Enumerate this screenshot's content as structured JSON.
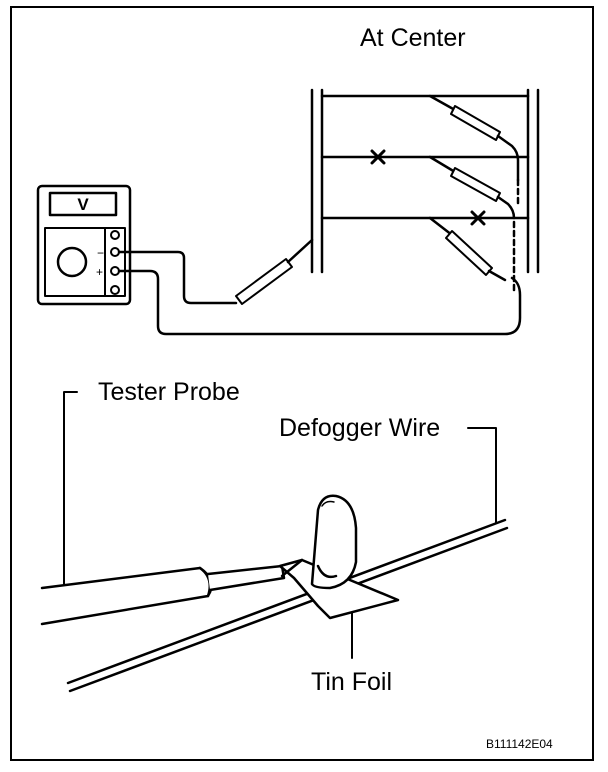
{
  "labels": {
    "at_center": "At Center",
    "tester_probe": "Tester Probe",
    "defogger_wire": "Defogger Wire",
    "tin_foil": "Tin Foil",
    "figure_code": "B111142E04"
  },
  "meter": {
    "display": "V",
    "minus": "−",
    "plus": "+"
  }
}
